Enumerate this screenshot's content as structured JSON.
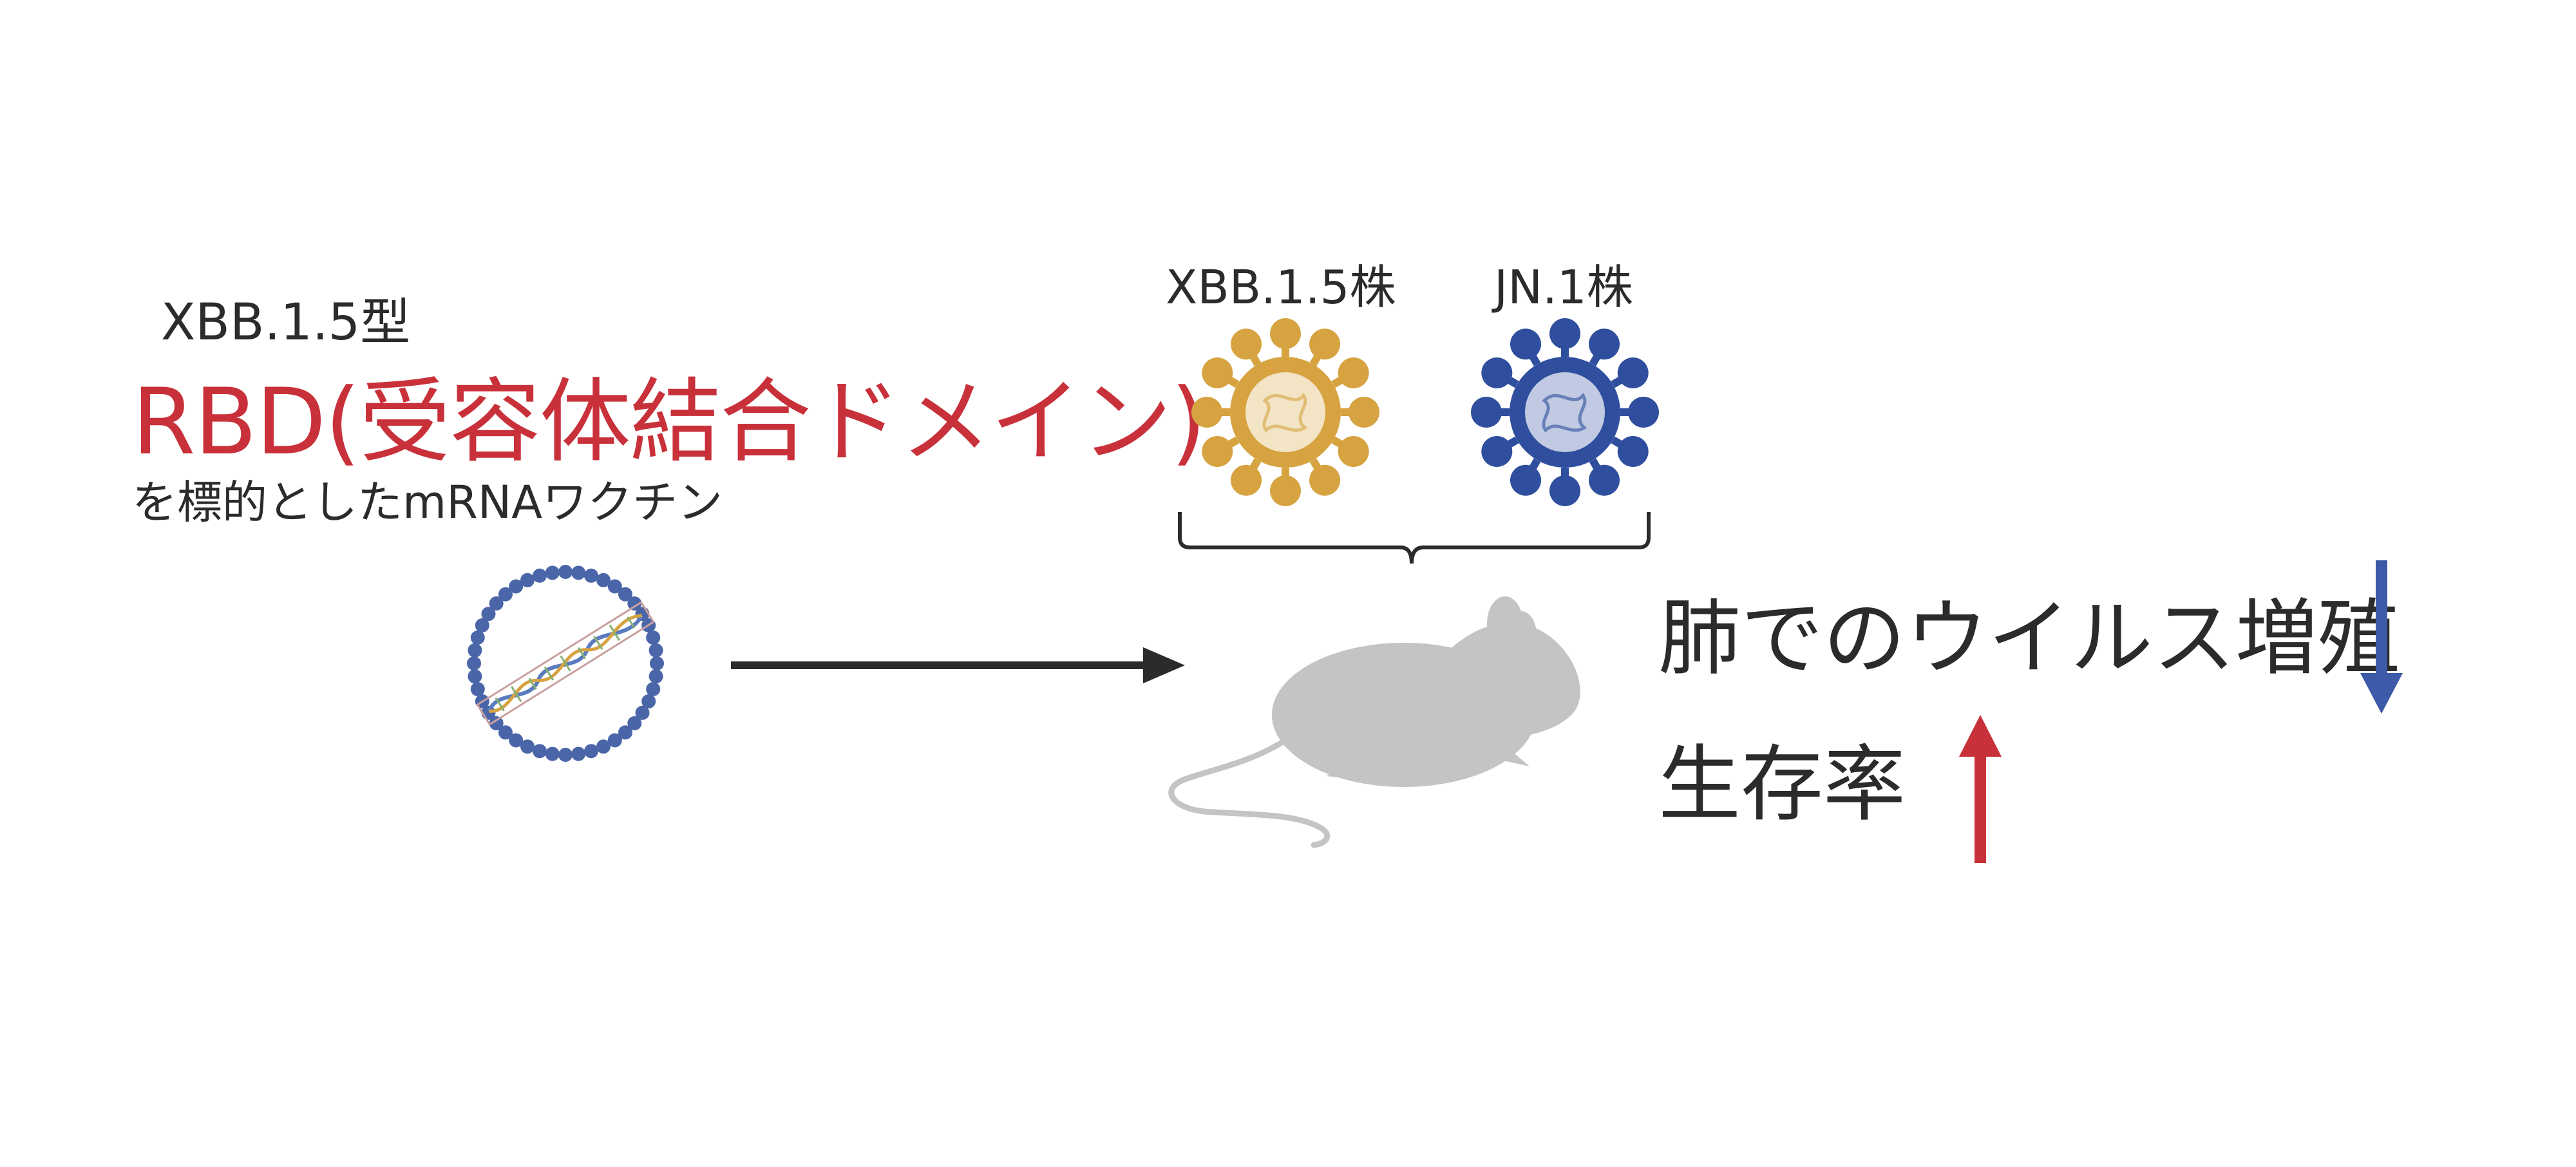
{
  "vaccine": {
    "type_label": "XBB.1.5型",
    "target_title": "RBD(受容体結合ドメイン)",
    "description": "を標的としたmRNAワクチン"
  },
  "strains": [
    {
      "label": "XBB.1.5株",
      "color": "#d6a340"
    },
    {
      "label": "JN.1株",
      "color": "#2f4f9e"
    }
  ],
  "outcomes": [
    {
      "label": "肺でのウイルス増殖",
      "direction": "down",
      "arrow_color": "#3d5aa8"
    },
    {
      "label": "生存率",
      "direction": "up",
      "arrow_color": "#c9313a"
    }
  ],
  "colors": {
    "text": "#2b2b2b",
    "accent_red": "#c9313a",
    "mouse": "#c4c4c4",
    "nanoparticle": "#4a66a8"
  },
  "icons": [
    "lipid-nanoparticle-icon",
    "virus-icon",
    "mouse-icon",
    "arrow-right-icon",
    "arrow-down-icon",
    "arrow-up-icon",
    "brace-icon"
  ]
}
